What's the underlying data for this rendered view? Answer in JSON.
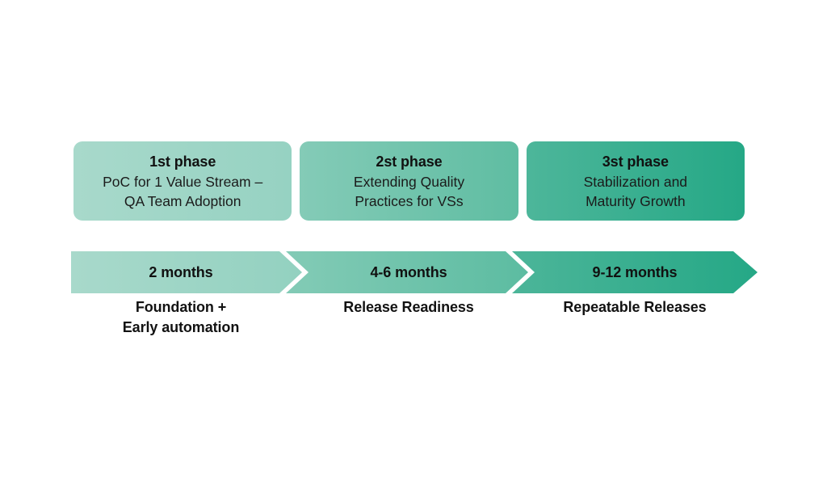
{
  "diagram": {
    "type": "phase-roadmap-timeline",
    "background_color": "#ffffff",
    "gradient": {
      "start_color": "#a8d9cb",
      "mid_color": "#76c5ae",
      "end_color": "#25a886"
    },
    "text_color": "#111111",
    "phases": [
      {
        "title": "1st phase",
        "description": "PoC for 1 Value Stream –\nQA Team Adoption",
        "duration": "2 months",
        "outcome": "Foundation +\nEarly automation",
        "fill_start": "#a8d9cb",
        "fill_end": "#96d2c2"
      },
      {
        "title": "2st phase",
        "description": "Extending Quality\nPractices for VSs",
        "duration": "4-6 months",
        "outcome": "Release Readiness",
        "fill_start": "#84cbb7",
        "fill_end": "#5fbda2"
      },
      {
        "title": "3st phase",
        "description": "Stabilization and\nMaturity Growth",
        "duration": "9-12 months",
        "outcome": "Repeatable Releases",
        "fill_start": "#4db69a",
        "fill_end": "#25a886"
      }
    ]
  }
}
